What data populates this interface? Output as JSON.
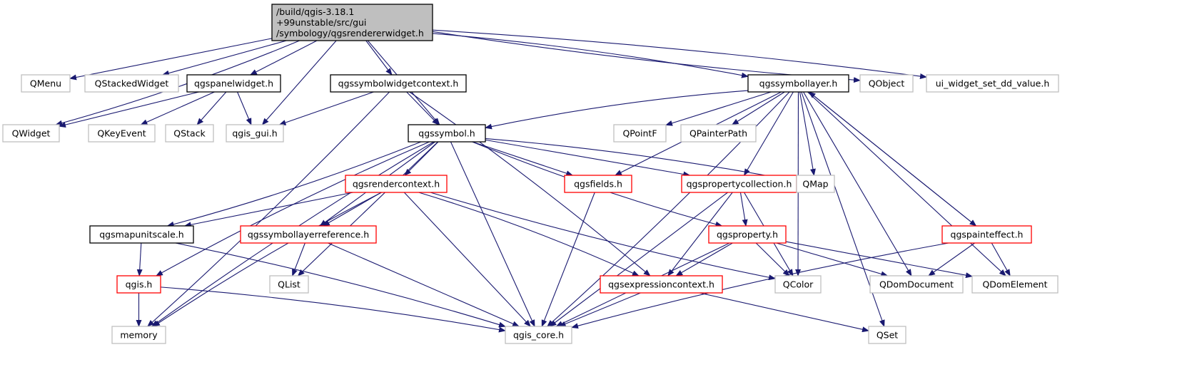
{
  "title": "Include dependency graph for qgsrendererwidget.h",
  "colors": {
    "edge": "#191970",
    "root_fill": "#bfbfbf",
    "root_border": "#000000",
    "documented_border": "#000000",
    "truncated_border": "#ff0000",
    "external_border": "#bfbfbf"
  },
  "nodes": [
    {
      "id": "root",
      "kind": "root",
      "lines": [
        "/build/qgis-3.18.1",
        "+99unstable/src/gui",
        "/symbology/qgsrendererwidget.h"
      ]
    },
    {
      "id": "QMenu",
      "kind": "external",
      "label": "QMenu"
    },
    {
      "id": "QStackedWidget",
      "kind": "external",
      "label": "QStackedWidget"
    },
    {
      "id": "qgspanelwidget",
      "kind": "documented",
      "label": "qgspanelwidget.h"
    },
    {
      "id": "qgssymbolwidgetcontext",
      "kind": "documented",
      "label": "qgssymbolwidgetcontext.h"
    },
    {
      "id": "qgssymbollayer",
      "kind": "documented",
      "label": "qgssymbollayer.h"
    },
    {
      "id": "QObject",
      "kind": "external",
      "label": "QObject"
    },
    {
      "id": "ui_widget",
      "kind": "external",
      "label": "ui_widget_set_dd_value.h"
    },
    {
      "id": "QWidget",
      "kind": "external",
      "label": "QWidget"
    },
    {
      "id": "QKeyEvent",
      "kind": "external",
      "label": "QKeyEvent"
    },
    {
      "id": "QStack",
      "kind": "external",
      "label": "QStack"
    },
    {
      "id": "qgis_gui",
      "kind": "external",
      "label": "qgis_gui.h"
    },
    {
      "id": "qgssymbol",
      "kind": "documented",
      "label": "qgssymbol.h"
    },
    {
      "id": "QPointF",
      "kind": "external",
      "label": "QPointF"
    },
    {
      "id": "QPainterPath",
      "kind": "external",
      "label": "QPainterPath"
    },
    {
      "id": "qgsrendercontext",
      "kind": "truncated",
      "label": "qgsrendercontext.h"
    },
    {
      "id": "qgsfields",
      "kind": "truncated",
      "label": "qgsfields.h"
    },
    {
      "id": "qgspropertycollection",
      "kind": "truncated",
      "label": "qgspropertycollection.h"
    },
    {
      "id": "QMap",
      "kind": "external",
      "label": "QMap"
    },
    {
      "id": "qgsmapunitscale",
      "kind": "documented",
      "label": "qgsmapunitscale.h"
    },
    {
      "id": "qgssymbollayerreference",
      "kind": "truncated",
      "label": "qgssymbollayerreference.h"
    },
    {
      "id": "qgsproperty",
      "kind": "truncated",
      "label": "qgsproperty.h"
    },
    {
      "id": "qgspainteffect",
      "kind": "truncated",
      "label": "qgspainteffect.h"
    },
    {
      "id": "qgis",
      "kind": "truncated",
      "label": "qgis.h"
    },
    {
      "id": "QList",
      "kind": "external",
      "label": "QList"
    },
    {
      "id": "qgsexpressioncontext",
      "kind": "truncated",
      "label": "qgsexpressioncontext.h"
    },
    {
      "id": "QColor",
      "kind": "external",
      "label": "QColor"
    },
    {
      "id": "QDomDocument",
      "kind": "external",
      "label": "QDomDocument"
    },
    {
      "id": "QDomElement",
      "kind": "external",
      "label": "QDomElement"
    },
    {
      "id": "memory",
      "kind": "external",
      "label": "memory"
    },
    {
      "id": "qgis_core",
      "kind": "external",
      "label": "qgis_core.h"
    },
    {
      "id": "QSet",
      "kind": "external",
      "label": "QSet"
    }
  ],
  "edges": [
    [
      "root",
      "QMenu"
    ],
    [
      "root",
      "QStackedWidget"
    ],
    [
      "root",
      "qgspanelwidget"
    ],
    [
      "root",
      "qgis_gui"
    ],
    [
      "root",
      "qgssymbolwidgetcontext"
    ],
    [
      "root",
      "qgssymbol"
    ],
    [
      "root",
      "qgssymbollayer"
    ],
    [
      "root",
      "QObject"
    ],
    [
      "root",
      "ui_widget"
    ],
    [
      "root",
      "QWidget"
    ],
    [
      "qgspanelwidget",
      "QWidget"
    ],
    [
      "qgspanelwidget",
      "QKeyEvent"
    ],
    [
      "qgspanelwidget",
      "QStack"
    ],
    [
      "qgspanelwidget",
      "qgis_gui"
    ],
    [
      "qgssymbolwidgetcontext",
      "qgis_gui"
    ],
    [
      "qgssymbolwidgetcontext",
      "qgssymbol"
    ],
    [
      "qgssymbolwidgetcontext",
      "qgsexpressioncontext"
    ],
    [
      "qgssymbolwidgetcontext",
      "memory"
    ],
    [
      "qgssymbollayer",
      "qgssymbol"
    ],
    [
      "qgssymbollayer",
      "QPointF"
    ],
    [
      "qgssymbollayer",
      "QPainterPath"
    ],
    [
      "qgssymbollayer",
      "qgsfields"
    ],
    [
      "qgssymbollayer",
      "qgspropertycollection"
    ],
    [
      "qgssymbollayer",
      "QMap"
    ],
    [
      "qgssymbollayer",
      "QColor"
    ],
    [
      "qgssymbollayer",
      "QDomDocument"
    ],
    [
      "qgssymbollayer",
      "qgspainteffect"
    ],
    [
      "qgssymbollayer",
      "QDomElement"
    ],
    [
      "qgssymbollayer",
      "QSet"
    ],
    [
      "qgssymbollayer",
      "qgis_core"
    ],
    [
      "qgspainteffect",
      "qgssymbollayer"
    ],
    [
      "qgssymbol",
      "qgsrendercontext"
    ],
    [
      "qgssymbol",
      "qgsfields"
    ],
    [
      "qgssymbol",
      "qgspropertycollection"
    ],
    [
      "qgssymbol",
      "QMap"
    ],
    [
      "qgssymbol",
      "qgsmapunitscale"
    ],
    [
      "qgssymbol",
      "qgssymbollayerreference"
    ],
    [
      "qgssymbol",
      "qgsproperty"
    ],
    [
      "qgssymbol",
      "qgis"
    ],
    [
      "qgssymbol",
      "QList"
    ],
    [
      "qgssymbol",
      "memory"
    ],
    [
      "qgssymbol",
      "qgis_core"
    ],
    [
      "qgsrendercontext",
      "qgsmapunitscale"
    ],
    [
      "qgsrendercontext",
      "qgssymbollayerreference"
    ],
    [
      "qgsrendercontext",
      "qgsexpressioncontext"
    ],
    [
      "qgsrendercontext",
      "QColor"
    ],
    [
      "qgsrendercontext",
      "memory"
    ],
    [
      "qgsrendercontext",
      "qgis_core"
    ],
    [
      "qgsfields",
      "qgis_core"
    ],
    [
      "qgspropertycollection",
      "qgsproperty"
    ],
    [
      "qgspropertycollection",
      "qgsexpressioncontext"
    ],
    [
      "qgspropertycollection",
      "QColor"
    ],
    [
      "qgspropertycollection",
      "qgis_core"
    ],
    [
      "qgsmapunitscale",
      "qgis"
    ],
    [
      "qgsmapunitscale",
      "qgis_core"
    ],
    [
      "qgssymbollayerreference",
      "QList"
    ],
    [
      "qgssymbollayerreference",
      "qgis_core"
    ],
    [
      "qgsproperty",
      "qgsexpressioncontext"
    ],
    [
      "qgsproperty",
      "QColor"
    ],
    [
      "qgsproperty",
      "QDomDocument"
    ],
    [
      "qgsproperty",
      "QDomElement"
    ],
    [
      "qgsproperty",
      "qgis_core"
    ],
    [
      "qgspainteffect",
      "QDomDocument"
    ],
    [
      "qgspainteffect",
      "QDomElement"
    ],
    [
      "qgspainteffect",
      "qgis_core"
    ],
    [
      "qgis",
      "memory"
    ],
    [
      "qgis",
      "qgis_core"
    ],
    [
      "qgsexpressioncontext",
      "qgis_core"
    ],
    [
      "qgsexpressioncontext",
      "QSet"
    ]
  ]
}
